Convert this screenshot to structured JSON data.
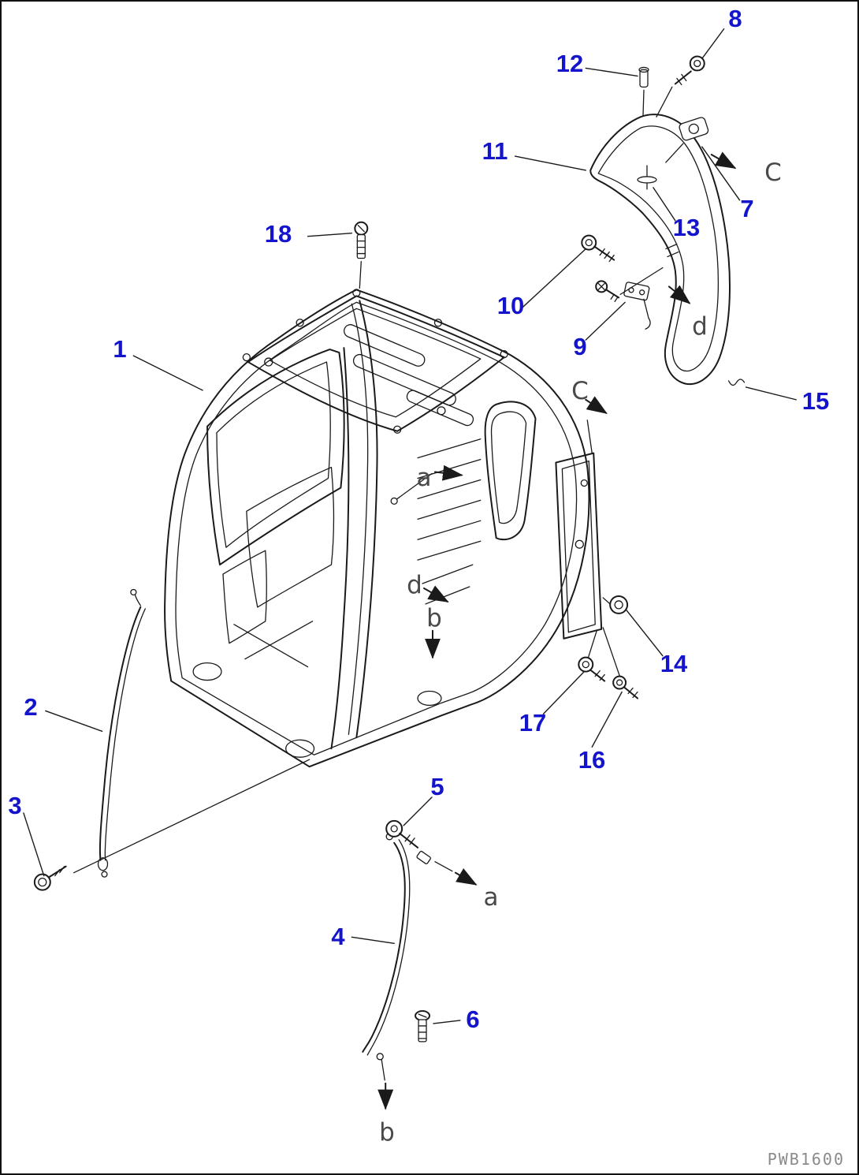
{
  "figure": {
    "watermark": "PWB1600"
  },
  "callouts": [
    {
      "id": "1",
      "label": "1"
    },
    {
      "id": "2",
      "label": "2"
    },
    {
      "id": "3",
      "label": "3"
    },
    {
      "id": "4",
      "label": "4"
    },
    {
      "id": "5",
      "label": "5"
    },
    {
      "id": "6",
      "label": "6"
    },
    {
      "id": "7",
      "label": "7"
    },
    {
      "id": "8",
      "label": "8"
    },
    {
      "id": "9",
      "label": "9"
    },
    {
      "id": "10",
      "label": "10"
    },
    {
      "id": "11",
      "label": "11"
    },
    {
      "id": "12",
      "label": "12"
    },
    {
      "id": "13",
      "label": "13"
    },
    {
      "id": "14",
      "label": "14"
    },
    {
      "id": "15",
      "label": "15"
    },
    {
      "id": "16",
      "label": "16"
    },
    {
      "id": "17",
      "label": "17"
    },
    {
      "id": "18",
      "label": "18"
    }
  ],
  "view_labels": [
    {
      "id": "view-c-top",
      "label": "C"
    },
    {
      "id": "view-d-right",
      "label": "d"
    },
    {
      "id": "view-c-mid",
      "label": "C"
    },
    {
      "id": "view-a-mid",
      "label": "a"
    },
    {
      "id": "view-d-mid",
      "label": "d"
    },
    {
      "id": "view-b-mid",
      "label": "b"
    },
    {
      "id": "view-a-bottom",
      "label": "a"
    },
    {
      "id": "view-b-bottom",
      "label": "b"
    }
  ],
  "colors": {
    "callout": "#1414cc",
    "line": "#1a1a1a",
    "letter": "#4a4a4a",
    "watermark": "#8a8a8a",
    "background": "#ffffff"
  }
}
